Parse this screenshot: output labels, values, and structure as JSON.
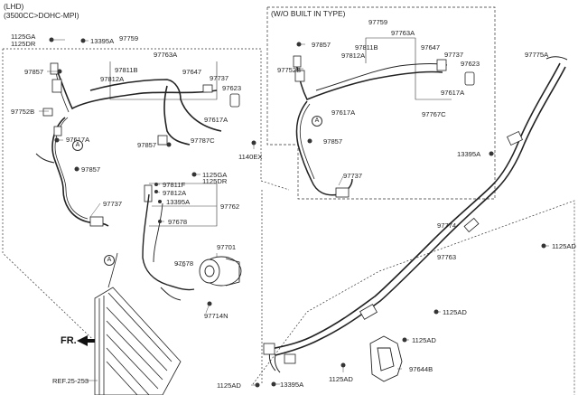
{
  "header": {
    "line1": "(LHD)",
    "line2": "(3500CC>DOHC-MPI)"
  },
  "inset": {
    "title": "(W/O BUILT IN TYPE)"
  },
  "front_marker": "FR.",
  "callout_letter": "A",
  "parts": {
    "p1125GA_a": "1125GA",
    "p1125DR_a": "1125DR",
    "p13395A_a": "13395A",
    "p97759_a": "97759",
    "p97763A_a": "97763A",
    "p97857_a": "97857",
    "p97811B_a": "97811B",
    "p97812A_a": "97812A",
    "p97647_a": "97647",
    "p97737_a": "97737",
    "p97623_a": "97623",
    "p97752B_a": "97752B",
    "p97617A_a": "97617A",
    "p97617A_b": "97617A",
    "p97857_b": "97857",
    "p97787C_a": "97787C",
    "p97857_c": "97857",
    "p1140EX": "1140EX",
    "p1125GA_b": "1125GA",
    "p1125DR_b": "1125DR",
    "p97811F": "97811F",
    "p97812A_b": "97812A",
    "p13395A_b": "13395A",
    "p97762": "97762",
    "p97737_b": "97737",
    "p97678_a": "97678",
    "p97701": "97701",
    "p97678_b": "97678",
    "p97714N": "97714N",
    "pREF": "REF.25-253",
    "i97759": "97759",
    "i97763A": "97763A",
    "i97857_a": "97857",
    "i97811B": "97811B",
    "i97812A": "97812A",
    "i97647": "97647",
    "i97737_a": "97737",
    "i97623": "97623",
    "i97752B": "97752B",
    "i97617A_a": "97617A",
    "i97617A_b": "97617A",
    "i97767C": "97767C",
    "i97857_b": "97857",
    "i97737_b": "97737",
    "r97775A": "97775A",
    "r13395A": "13395A",
    "r97774": "97774",
    "r97763": "97763",
    "r1125AD_a": "1125AD",
    "r1125AD_b": "1125AD",
    "r1125AD_c": "1125AD",
    "r97644B": "97644B",
    "r1125AD_d": "1125AD",
    "r1125AD_e": "1125AD",
    "r13395A_b": "13395A"
  }
}
